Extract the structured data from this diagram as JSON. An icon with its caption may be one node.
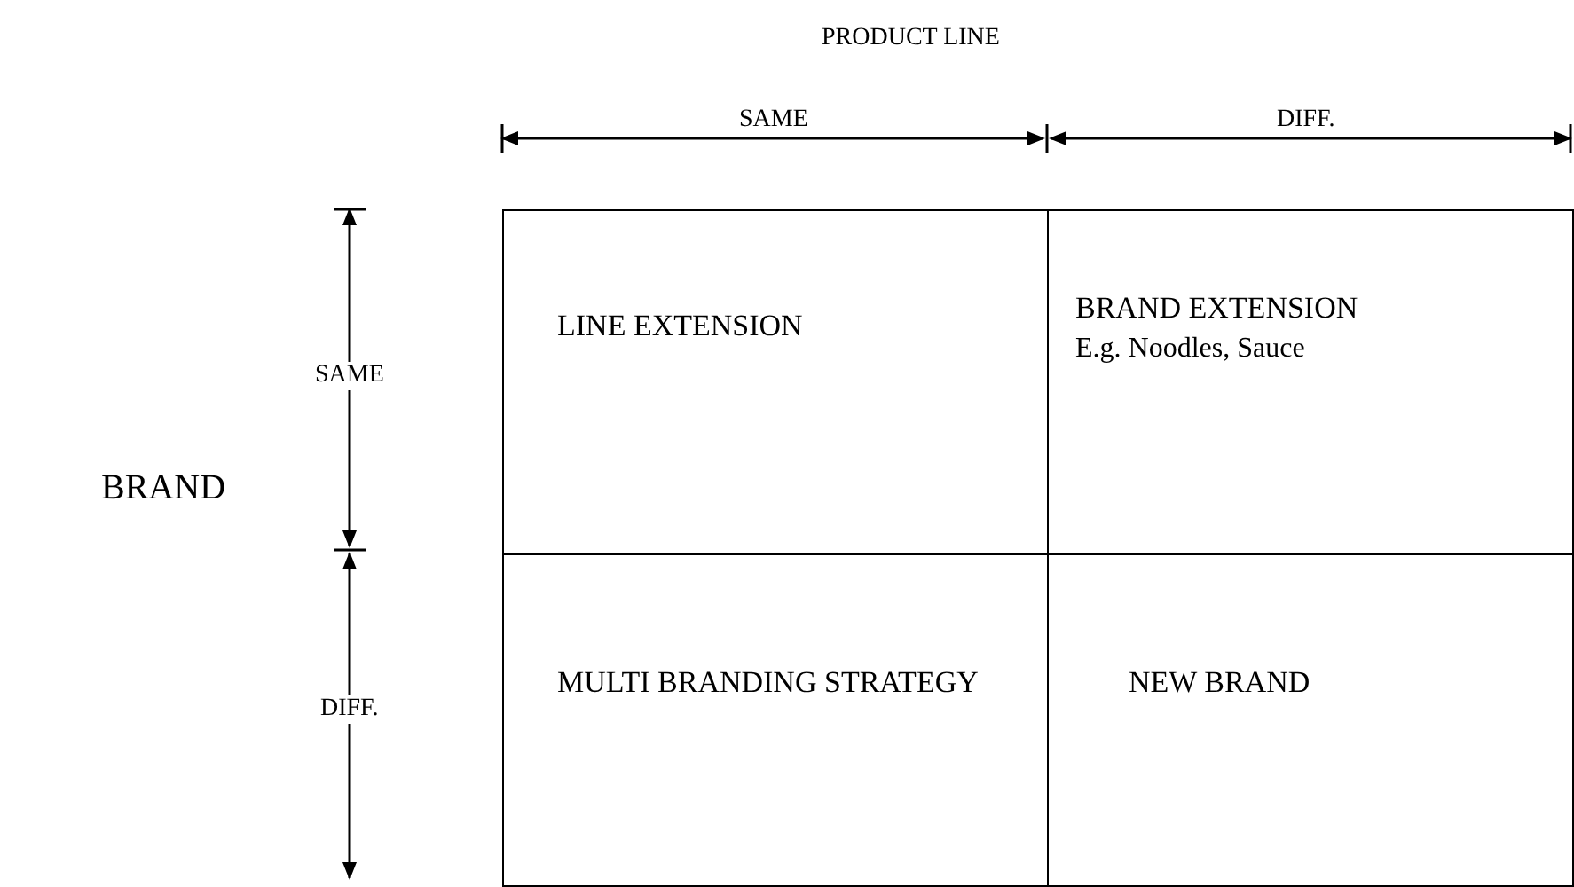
{
  "diagram": {
    "nodes": [
      {
        "text": [
          "LINE EXTENSION"
        ]
      },
      {
        "text": [
          "BRAND EXTENSION",
          "E.g. Noodles, Sauce"
        ]
      },
      {
        "text": [
          "MULTI BRANDING STRATEGY"
        ]
      },
      {
        "text": [
          "NEW BRAND"
        ]
      }
    ],
    "labels": [
      "PRODUCT LINE",
      "SAME",
      "DIFF.",
      "SAME",
      "BRAND",
      "DIFF."
    ]
  }
}
